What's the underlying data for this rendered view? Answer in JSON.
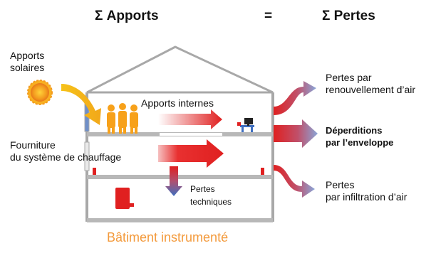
{
  "header": {
    "apports": "Σ Apports",
    "equals": "=",
    "pertes": "Σ Pertes"
  },
  "left": {
    "solaires": [
      "Apports",
      "solaires"
    ],
    "fourniture": [
      "Fourniture",
      "du système de chauffage"
    ]
  },
  "center": {
    "internes": "Apports internes",
    "techniques": [
      "Pertes",
      "techniques"
    ]
  },
  "right": {
    "renouvellement": [
      "Pertes par",
      "renouvellement d’air"
    ],
    "deperditions": [
      "Déperditions",
      "par l’enveloppe"
    ],
    "infiltration": [
      "Pertes",
      "par infiltration d’air"
    ]
  },
  "caption": "Bâtiment instrumenté",
  "colors": {
    "flow_red": "#e02020",
    "flow_blue": "#8aa6d8",
    "sun_orange": "#f39a1e",
    "solar_yellow": "#f6c21a",
    "people": "#f7a11a",
    "house_gray": "#a8a8a8",
    "caption_orange": "#f39a3c"
  }
}
